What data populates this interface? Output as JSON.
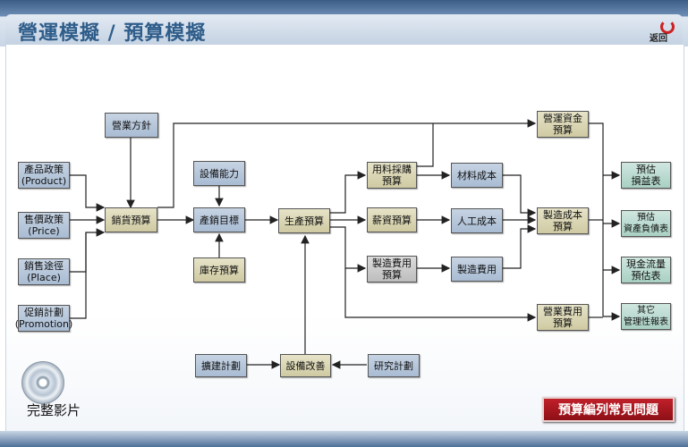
{
  "header": {
    "title": "營運模擬 / 預算模擬",
    "back_label": "返回"
  },
  "flow": {
    "marketing_policy": "營業方針",
    "product_policy": "產品政策\n(Product)",
    "price_policy": "售價政策\n(Price)",
    "place_policy": "銷售途徑\n(Place)",
    "promotion_plan": "促銷計劃\n(Promotion)",
    "sales_budget": "銷貨預算",
    "capacity": "設備能力",
    "production_target": "產銷目標",
    "inventory_budget": "庫存預算",
    "production_budget": "生產預算",
    "material_purchase_budget": "用料採購\n預算",
    "wage_budget": "薪資預算",
    "overhead_budget": "製造費用\n預算",
    "material_cost": "材料成本",
    "labor_cost": "人工成本",
    "overhead_cost": "製造費用",
    "working_capital_budget": "營運資金\n預算",
    "manufacturing_cost_budget": "製造成本\n預算",
    "operating_expense_budget": "營業費用\n預算",
    "estimated_income_statement": "預估\n損益表",
    "estimated_balance_sheet": "預估\n資產負債表",
    "cash_flow_statement": "現金流量\n預估表",
    "other_reports": "其它\n管理性報表",
    "expansion_plan": "擴建計劃",
    "equipment_improvement": "設備改善",
    "research_plan": "研究計劃"
  },
  "footer": {
    "video_label": "完整影片",
    "faq_label": "預算編列常見問題"
  },
  "colors": {
    "header_title": "#2f5d8a",
    "faq_button": "#b01822"
  },
  "icons": {
    "back": "back-arrow-icon",
    "video": "disc-icon"
  }
}
